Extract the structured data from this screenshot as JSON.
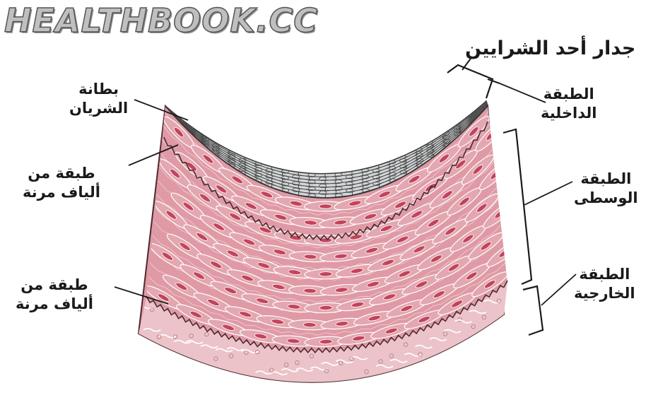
{
  "watermark": "HEALTHBOOK.CC",
  "title": "جدار أحد الشرايين",
  "labels": {
    "endothelium": [
      "بطانة",
      "الشريان"
    ],
    "inner_layer": [
      "الطبقة",
      "الداخلية"
    ],
    "elastic_upper": [
      "طبقة من",
      "ألياف مرنة"
    ],
    "middle_layer": [
      "الطبقة",
      "الوسطى"
    ],
    "elastic_lower": [
      "طبقة من",
      "ألياف مرنة"
    ],
    "outer_layer": [
      "الطبقة",
      "الخارجية"
    ]
  },
  "colors": {
    "intima_cells": "#d3d7d8",
    "media_tissue": "#df9aa6",
    "muscle_nucleus": "#c3445a",
    "adventitia": "#ecc3c9",
    "elastic_fiber": "#4a2a2e",
    "ink": "#1a1a1a"
  }
}
